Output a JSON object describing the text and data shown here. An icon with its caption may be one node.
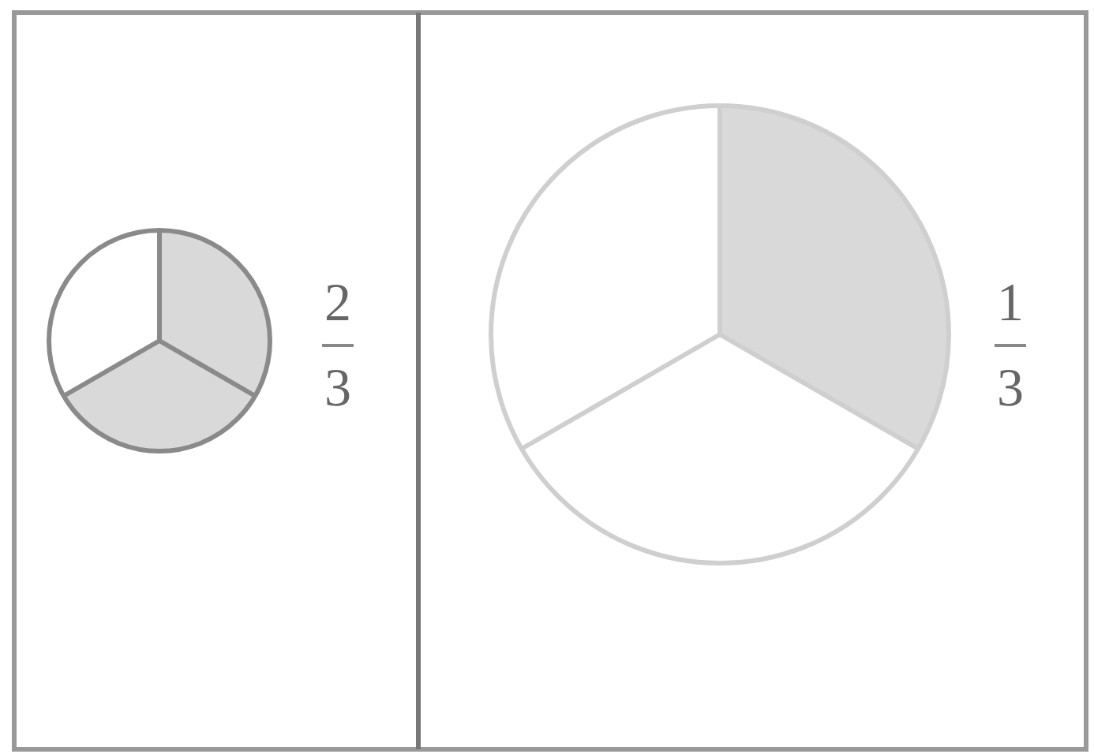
{
  "diagram": {
    "labels": [
      "2",
      "3",
      "1",
      "3"
    ]
  }
}
